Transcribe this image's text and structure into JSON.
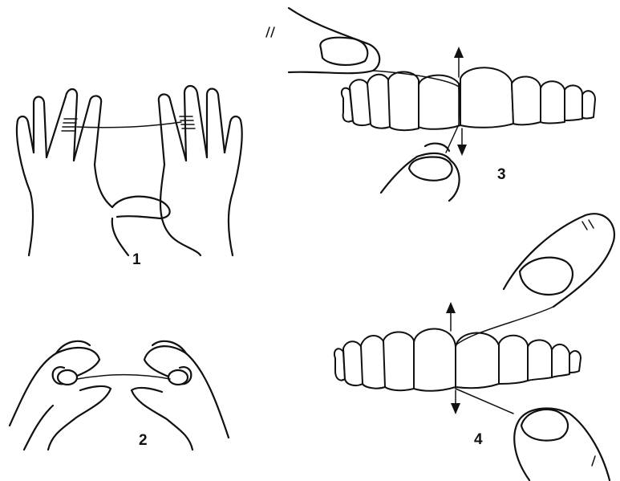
{
  "panels": [
    {
      "id": "1",
      "label": "1"
    },
    {
      "id": "2",
      "label": "2"
    },
    {
      "id": "3",
      "label": "3"
    },
    {
      "id": "4",
      "label": "4"
    }
  ],
  "colors": {
    "ink": "#111111",
    "background": "#ffffff"
  }
}
